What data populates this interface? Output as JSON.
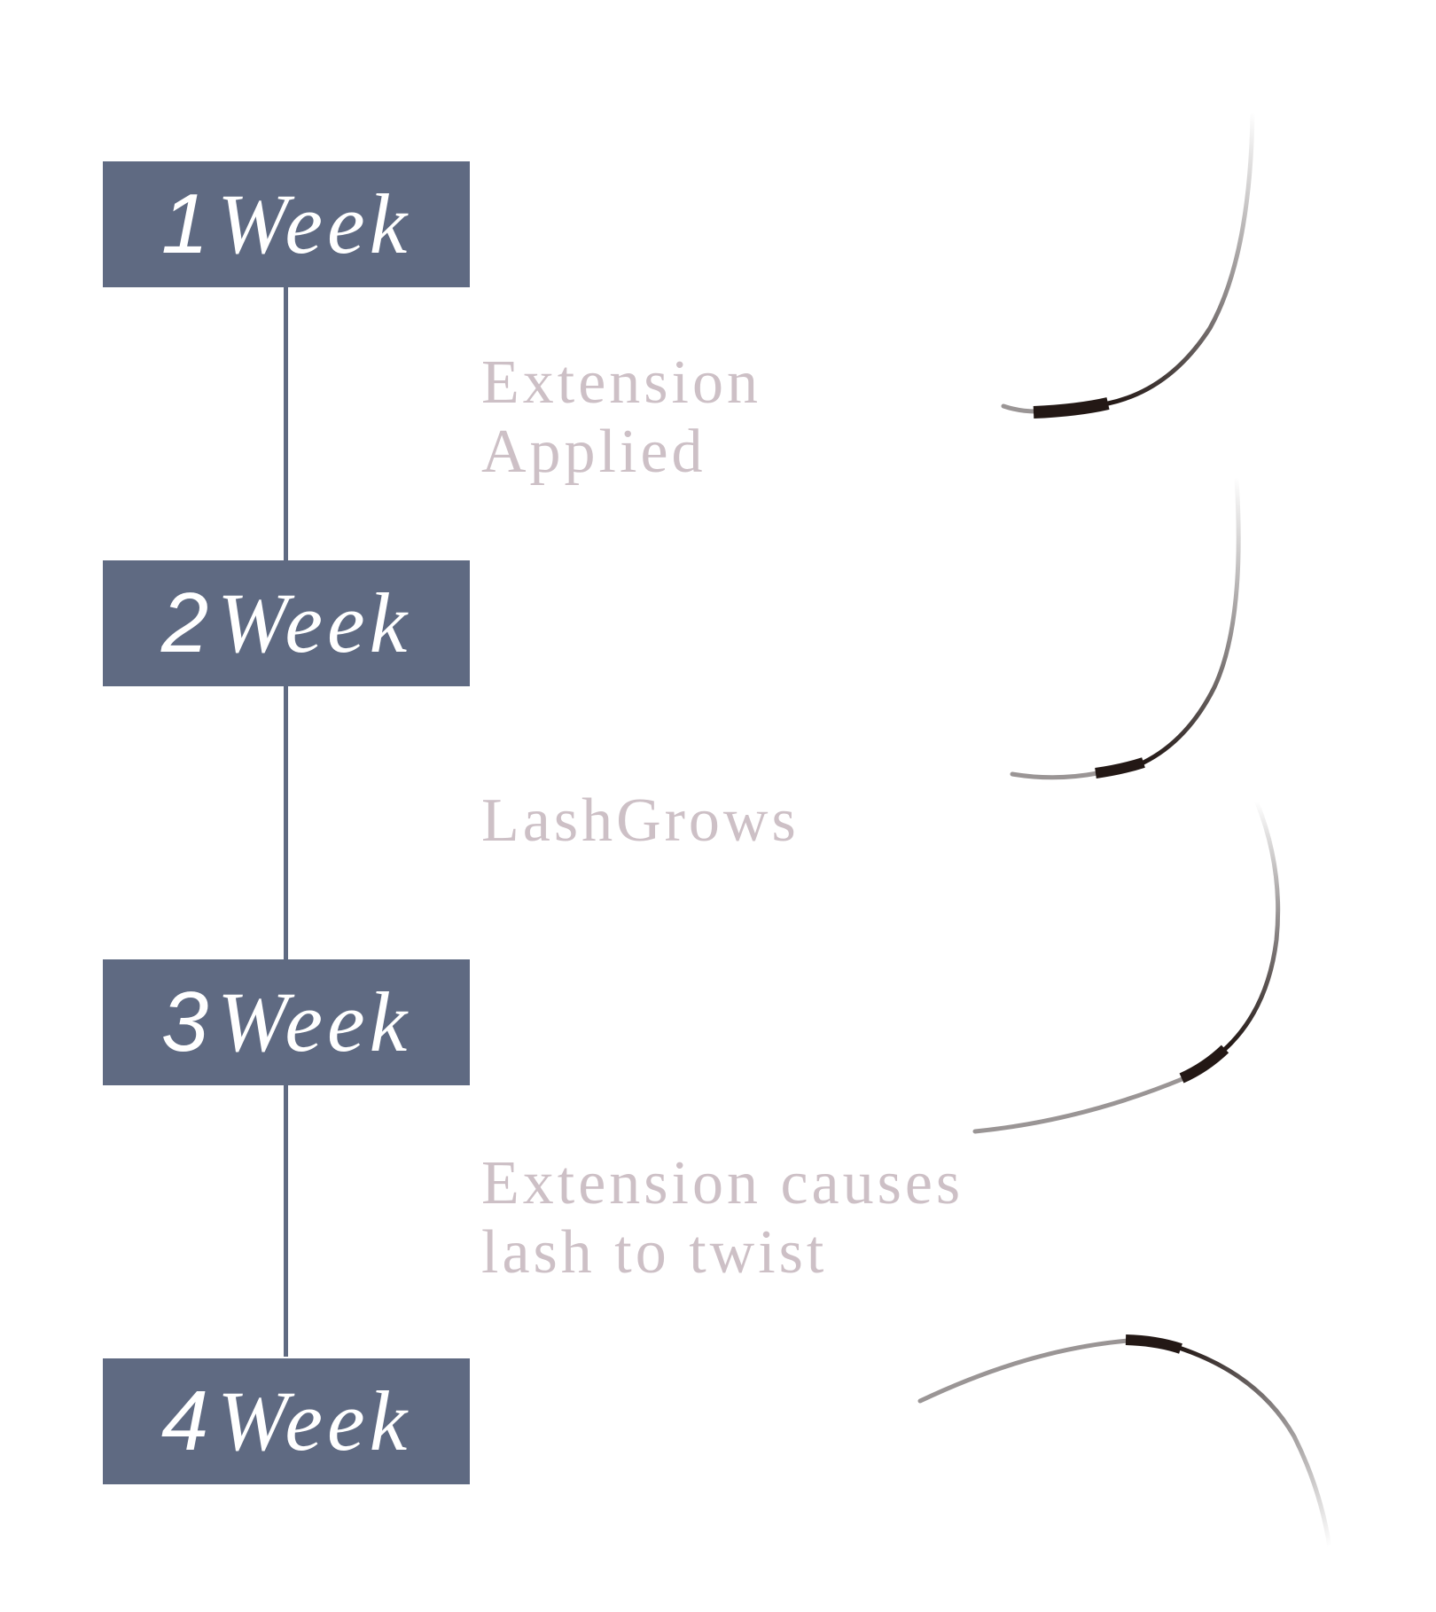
{
  "timeline": {
    "weeks": [
      {
        "number": "1",
        "unit": "Week"
      },
      {
        "number": "2",
        "unit": "Week"
      },
      {
        "number": "3",
        "unit": "Week"
      },
      {
        "number": "4",
        "unit": "Week"
      }
    ],
    "stages": [
      {
        "lines": [
          "Extension",
          "Applied"
        ]
      },
      {
        "lines": [
          "LashGrows"
        ]
      },
      {
        "lines": [
          "Extension causes",
          "lash to twist"
        ]
      }
    ]
  },
  "colors": {
    "box": "#5f6a82",
    "label": "#cdc0c6",
    "extension": "#231815",
    "natural_lash": "#9a9595"
  }
}
